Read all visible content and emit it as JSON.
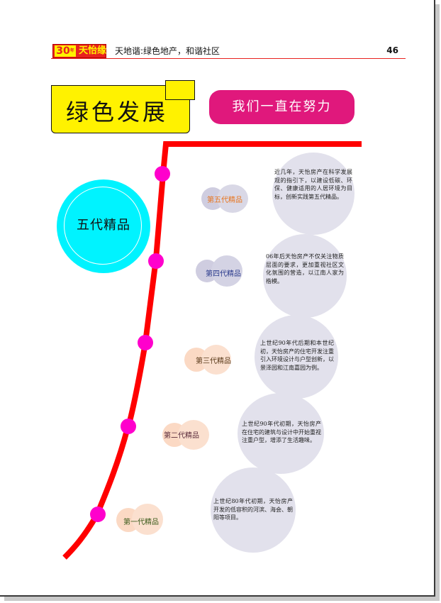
{
  "header": {
    "logo_number": "30",
    "logo_suffix": "年",
    "logo_text": "天怡缘",
    "title": "天地谐:绿色地产，和谐社区",
    "page_number": "46"
  },
  "banner": {
    "title": "绿色发展",
    "slogan": "我们一直在努力"
  },
  "center": {
    "label": "五代精品"
  },
  "colors": {
    "timeline": "#ff0000",
    "node": "#ff00cc",
    "cyan": "#00f3ff",
    "yellow": "#fff200",
    "pill": "#e0187c"
  },
  "generations": [
    {
      "label": "第五代精品",
      "color": "#e8741c",
      "description": "近几年，天怡房产在科学发展观的指引下，以建设低碳、环保、健康适用的人居环境为目标，创新实践第五代精品。"
    },
    {
      "label": "第四代精品",
      "color": "#2a3a8c",
      "description": "06年后天怡房产不仅关注物质层面的要求，更加重视社区文化氛围的营造，以江南人家为楷模。"
    },
    {
      "label": "第三代精品",
      "color": "#5a3a1a",
      "description": "上世纪90年代后期和本世纪初，天怡房产的住宅开发注重引入环境设计与户型创新，以景泽园和江南嘉园为例。"
    },
    {
      "label": "第二代精品",
      "color": "#5a2a3a",
      "description": "上世纪90年代初期，天怡房产在住宅的建筑与设计中开始重视注重户型，增添了生活趣味。"
    },
    {
      "label": "第一代精品",
      "color": "#3a5a1a",
      "description": "上世纪80年代初期，天怡房产开发的低容积的河滨、海会、朝阳等项目。"
    }
  ]
}
